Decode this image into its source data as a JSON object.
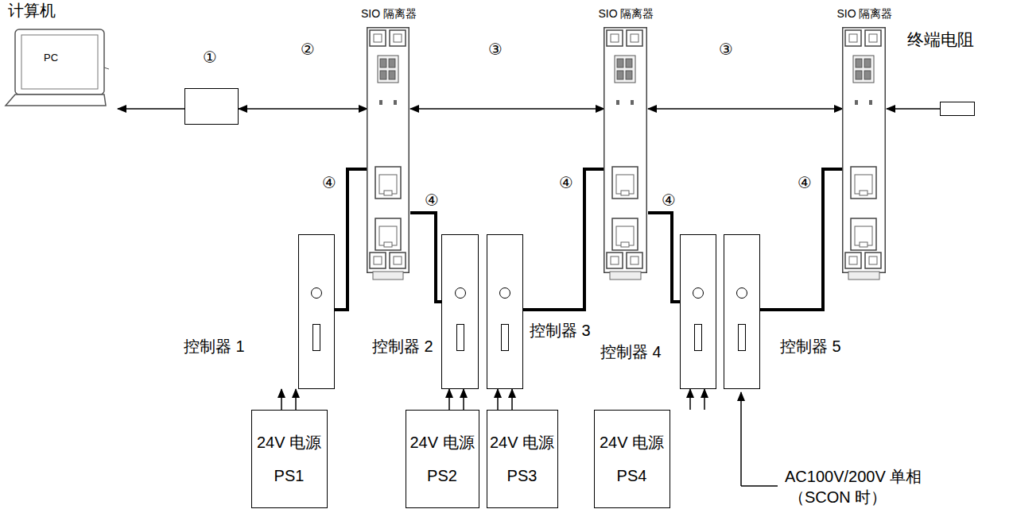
{
  "diagram": {
    "nodes": [
      {
        "text": [
          "计算机",
          "PC"
        ]
      },
      {
        "text": [
          "①"
        ]
      },
      {
        "text": [
          "SIO 隔离器"
        ]
      },
      {
        "text": [
          "SIO 隔离器"
        ]
      },
      {
        "text": [
          "SIO 隔离器"
        ]
      },
      {
        "text": [
          "终端电阻"
        ]
      },
      {
        "text": [
          "控制器 1"
        ]
      },
      {
        "text": [
          "控制器 2"
        ]
      },
      {
        "text": [
          "控制器 3"
        ]
      },
      {
        "text": [
          "控制器 4"
        ]
      },
      {
        "text": [
          "控制器 5"
        ]
      },
      {
        "text": [
          "24V 电源 PS1"
        ]
      },
      {
        "text": [
          "24V 电源 PS2"
        ]
      },
      {
        "text": [
          "24V 电源 PS3"
        ]
      },
      {
        "text": [
          "24V 电源 PS4"
        ]
      }
    ],
    "edges": [
      {
        "from": 1,
        "to": 0,
        "arrow": "to"
      },
      {
        "from": 1,
        "to": 2,
        "label": "②",
        "arrow": "both"
      },
      {
        "from": 2,
        "to": 3,
        "label": "③",
        "arrow": "both"
      },
      {
        "from": 3,
        "to": 4,
        "label": "③",
        "arrow": "both"
      },
      {
        "from": 5,
        "to": 4,
        "arrow": "to"
      },
      {
        "from": 2,
        "to": 6,
        "label": "④",
        "arrow": "none"
      },
      {
        "from": 2,
        "to": 7,
        "label": "④",
        "arrow": "none"
      },
      {
        "from": 3,
        "to": 8,
        "label": "④",
        "arrow": "none"
      },
      {
        "from": 3,
        "to": 9,
        "label": "④",
        "arrow": "none"
      },
      {
        "from": 4,
        "to": 10,
        "label": "④",
        "arrow": "none"
      },
      {
        "from": 11,
        "to": 6,
        "arrow": "to"
      },
      {
        "from": 11,
        "to": 6,
        "arrow": "to"
      },
      {
        "from": 12,
        "to": 7,
        "arrow": "to"
      },
      {
        "from": 12,
        "to": 7,
        "arrow": "to"
      },
      {
        "from": 13,
        "to": 8,
        "arrow": "to"
      },
      {
        "from": 13,
        "to": 8,
        "arrow": "to"
      },
      {
        "from": 14,
        "to": 9,
        "arrow": "to"
      },
      {
        "from": 14,
        "to": 9,
        "arrow": "to"
      }
    ],
    "labels": [
      "AC100V/200V 单相",
      "（SCON 时）"
    ]
  }
}
